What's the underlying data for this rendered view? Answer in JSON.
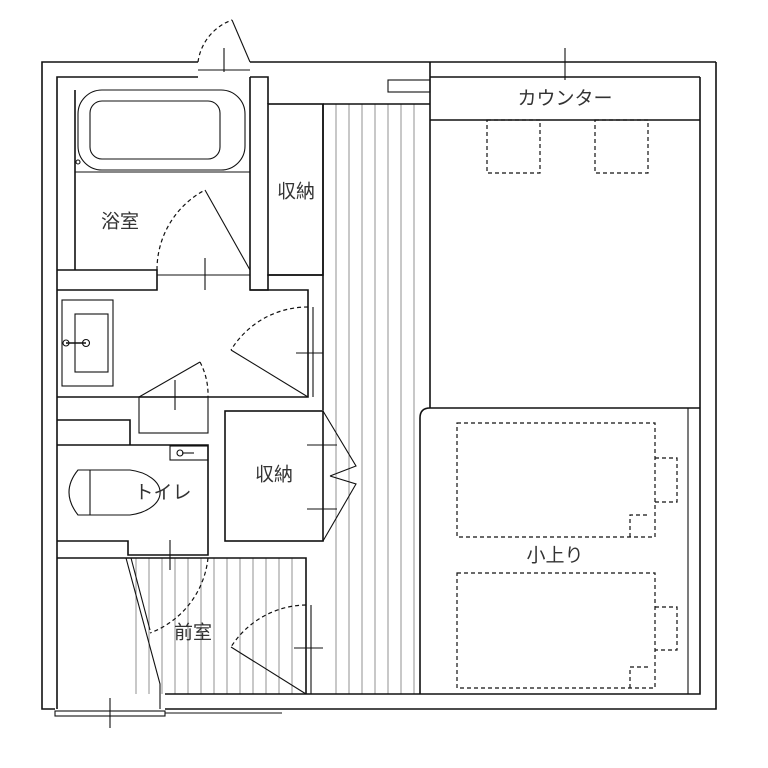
{
  "rooms": {
    "counter": "カウンター",
    "bath": "浴室",
    "storage_upper": "収納",
    "storage_lower": "収納",
    "toilet": "トイレ",
    "raised_area": "小上り",
    "anteroom": "前室"
  }
}
